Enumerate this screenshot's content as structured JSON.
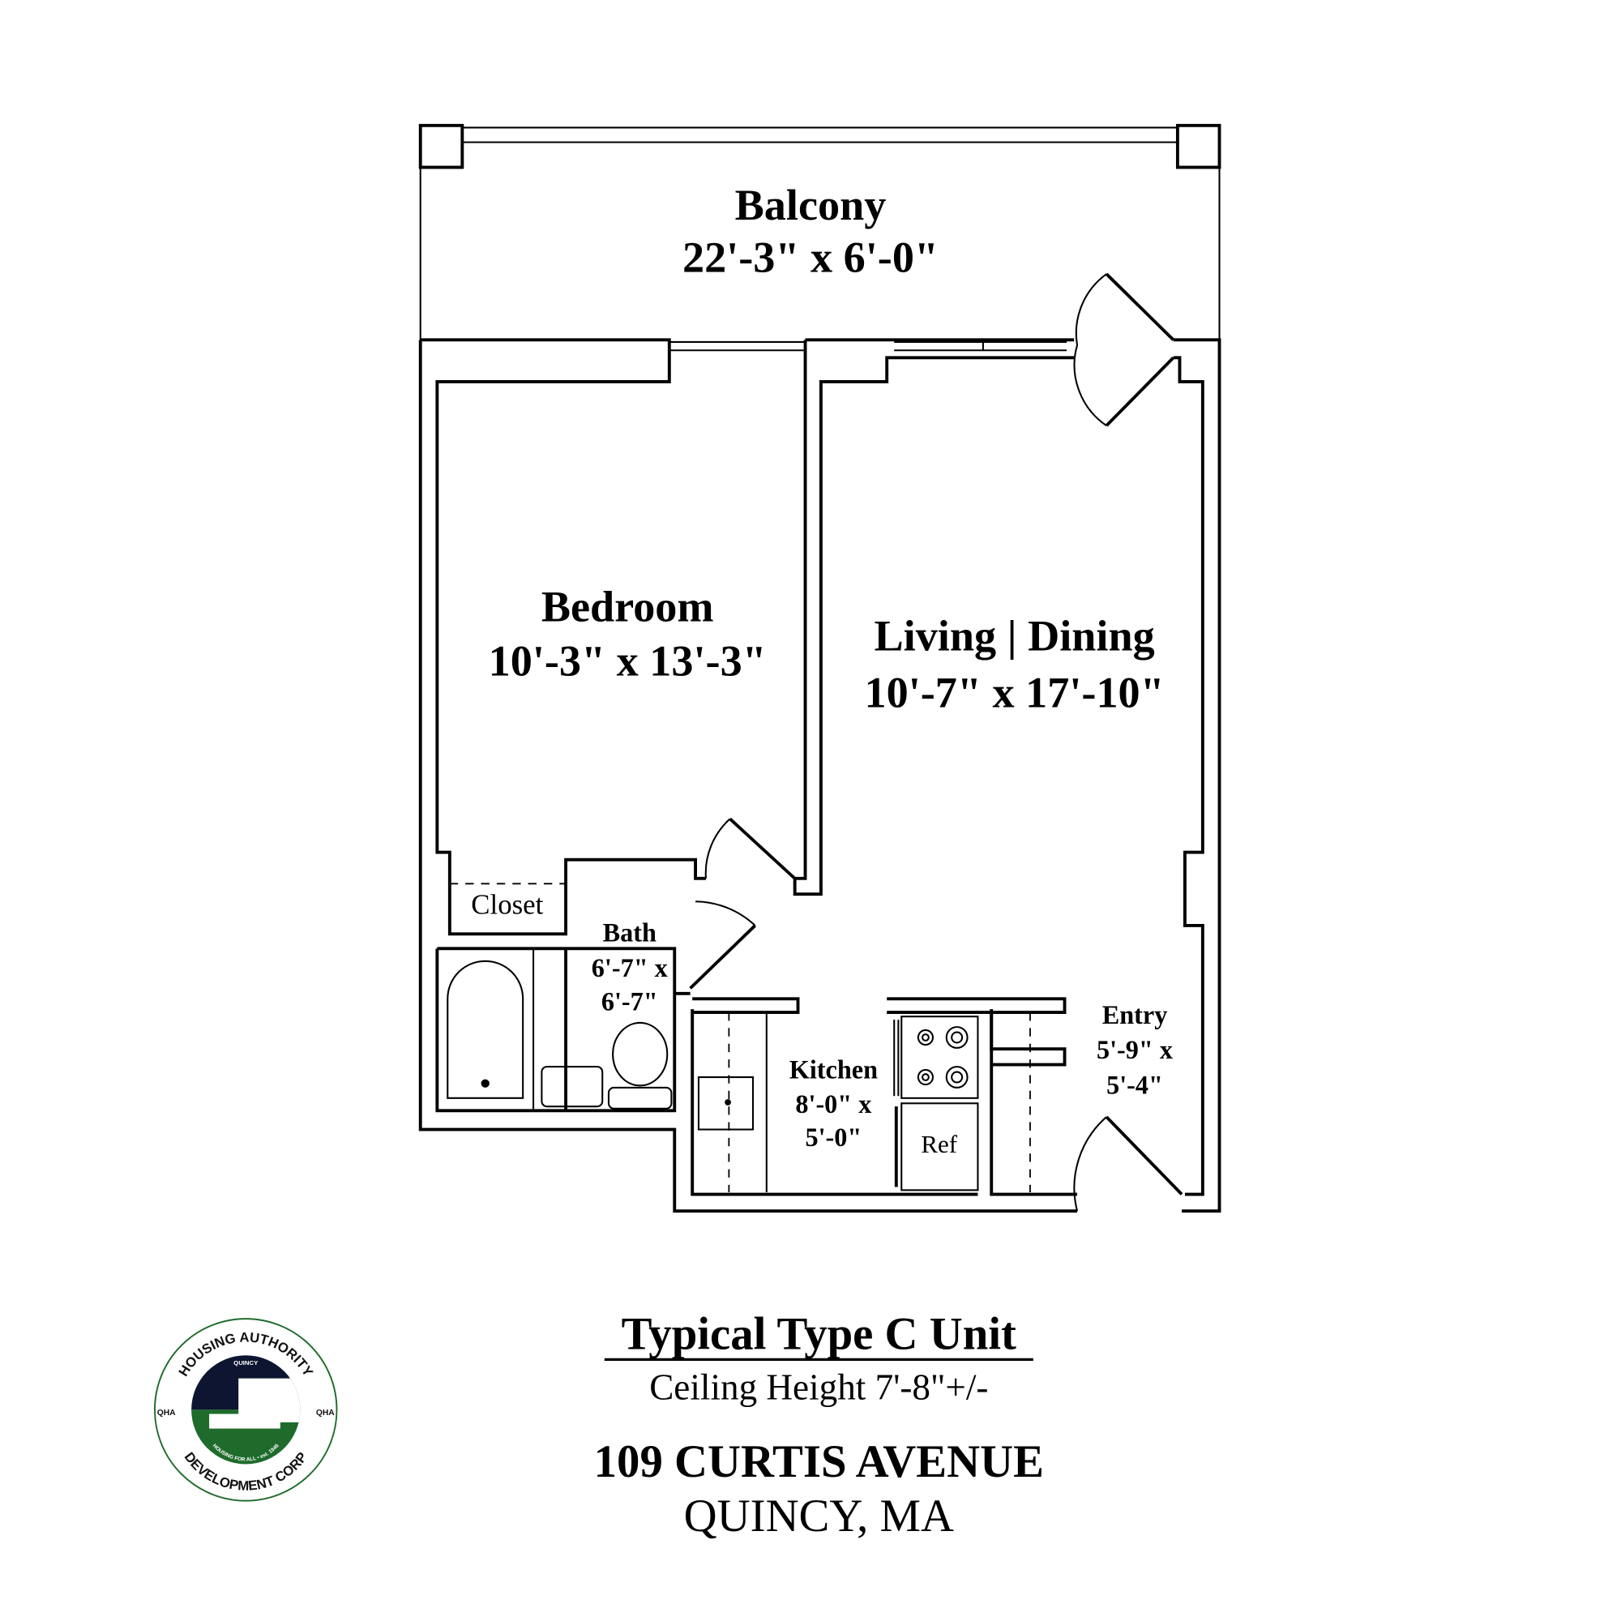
{
  "rooms": {
    "balcony": {
      "name": "Balcony",
      "dims": "22'-3\" x 6'-0\""
    },
    "bedroom": {
      "name": "Bedroom",
      "dims": "10'-3\" x 13'-3\""
    },
    "living": {
      "name": "Living | Dining",
      "dims": "10'-7\" x 17'-10\""
    },
    "closet": {
      "name": "Closet"
    },
    "bath": {
      "name": "Bath",
      "dims_1": "6'-7\" x",
      "dims_2": "6'-7\""
    },
    "kitchen": {
      "name": "Kitchen",
      "dims_1": "8'-0\" x",
      "dims_2": "5'-0\""
    },
    "refrigerator": {
      "name": "Ref"
    },
    "entry": {
      "name": "Entry",
      "dims_1": "5'-9\" x",
      "dims_2": "5'-4\""
    }
  },
  "caption": {
    "title": "Typical Type C Unit",
    "ceiling": "Ceiling Height 7'-8\"+/-",
    "address": "109 CURTIS AVENUE",
    "city": "QUINCY, MA"
  },
  "logo": {
    "top": "HOUSING AUTHORITY",
    "bottom": "DEVELOPMENT CORP",
    "inner_top": "QUINCY",
    "inner_bottom": "HOUSING FOR ALL • est. 1945",
    "left": "QHA",
    "right": "QHA"
  },
  "colors": {
    "logo_navy": "#0d1530",
    "logo_green": "#1e6b2c"
  }
}
